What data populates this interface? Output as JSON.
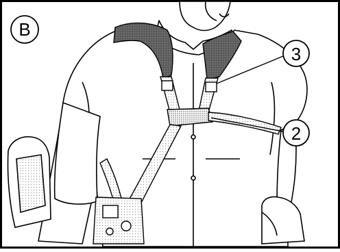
{
  "figure": {
    "panel_label": "B",
    "callouts": [
      {
        "id": "harness-buckle-adjusters",
        "label": "3"
      },
      {
        "id": "harness-chest-hook",
        "label": "2"
      }
    ]
  }
}
